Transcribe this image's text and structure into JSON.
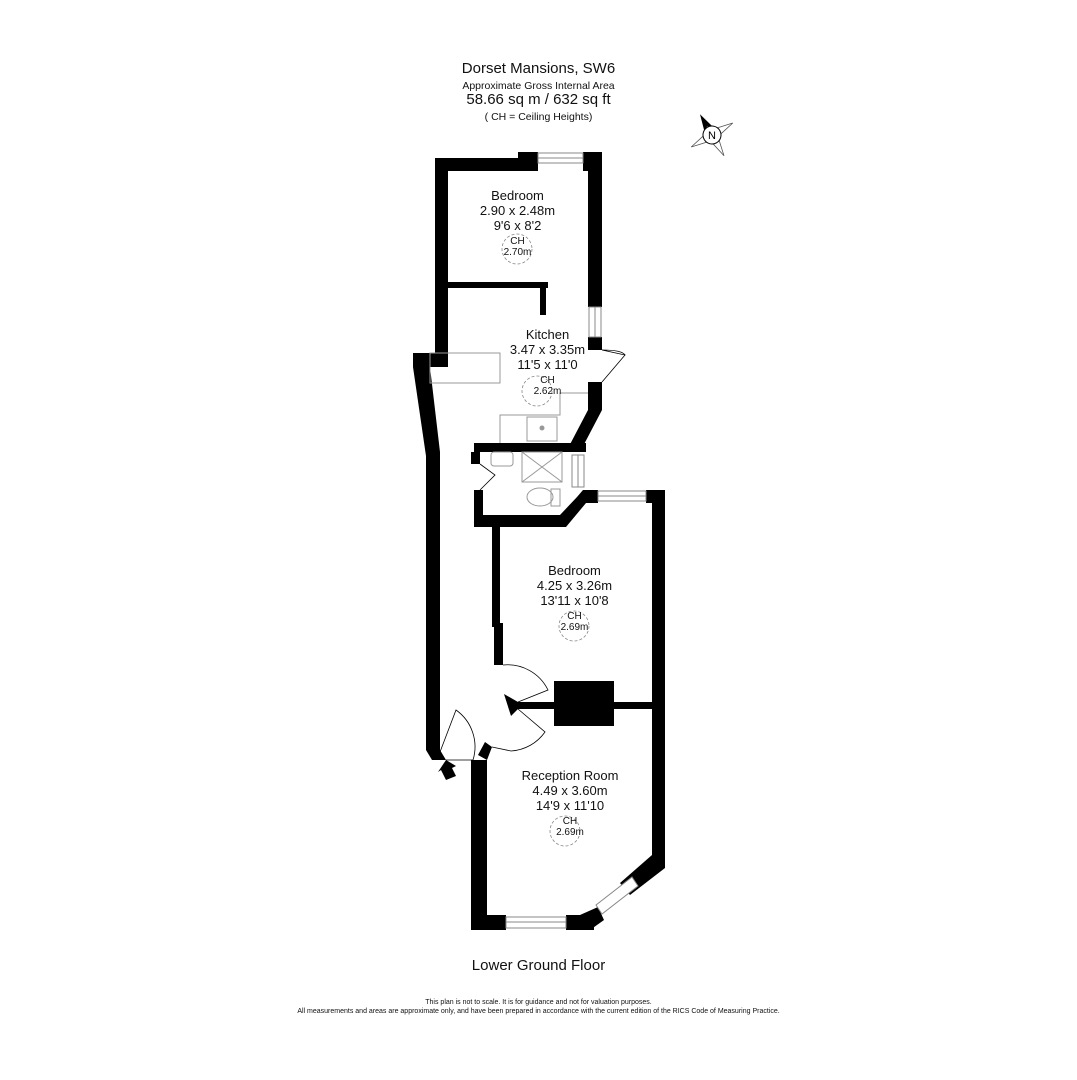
{
  "header": {
    "title": "Dorset Mansions, SW6",
    "subtitle": "Approximate Gross Internal Area",
    "area": "58.66 sq m /  632 sq ft",
    "ch_note": "( CH = Ceiling Heights)"
  },
  "compass": {
    "letter": "N",
    "icon": "compass-north-icon"
  },
  "rooms": [
    {
      "name": "Bedroom",
      "metric": "2.90 x 2.48m",
      "imperial": "9'6 x 8'2",
      "ch_label": "CH",
      "ch_value": "2.70m"
    },
    {
      "name": "Kitchen",
      "metric": "3.47 x 3.35m",
      "imperial": "11'5 x 11'0",
      "ch_label": "CH",
      "ch_value": "2.62m"
    },
    {
      "name": "Bedroom",
      "metric": "4.25 x 3.26m",
      "imperial": "13'11 x 10'8",
      "ch_label": "CH",
      "ch_value": "2.69m"
    },
    {
      "name": "Reception Room",
      "metric": "4.49 x 3.60m",
      "imperial": "14'9 x 11'10",
      "ch_label": "CH",
      "ch_value": "2.69m"
    }
  ],
  "footer": {
    "floor_name": "Lower Ground Floor",
    "disclaimer_1": "This plan is not to scale. It is for guidance and not for valuation purposes.",
    "disclaimer_2": "All measurements and areas are approximate only, and have been prepared in accordance with the current edition of the RICS Code of Measuring Practice."
  },
  "colors": {
    "wall": "#000000",
    "fixture": "#999999",
    "background": "#ffffff"
  }
}
